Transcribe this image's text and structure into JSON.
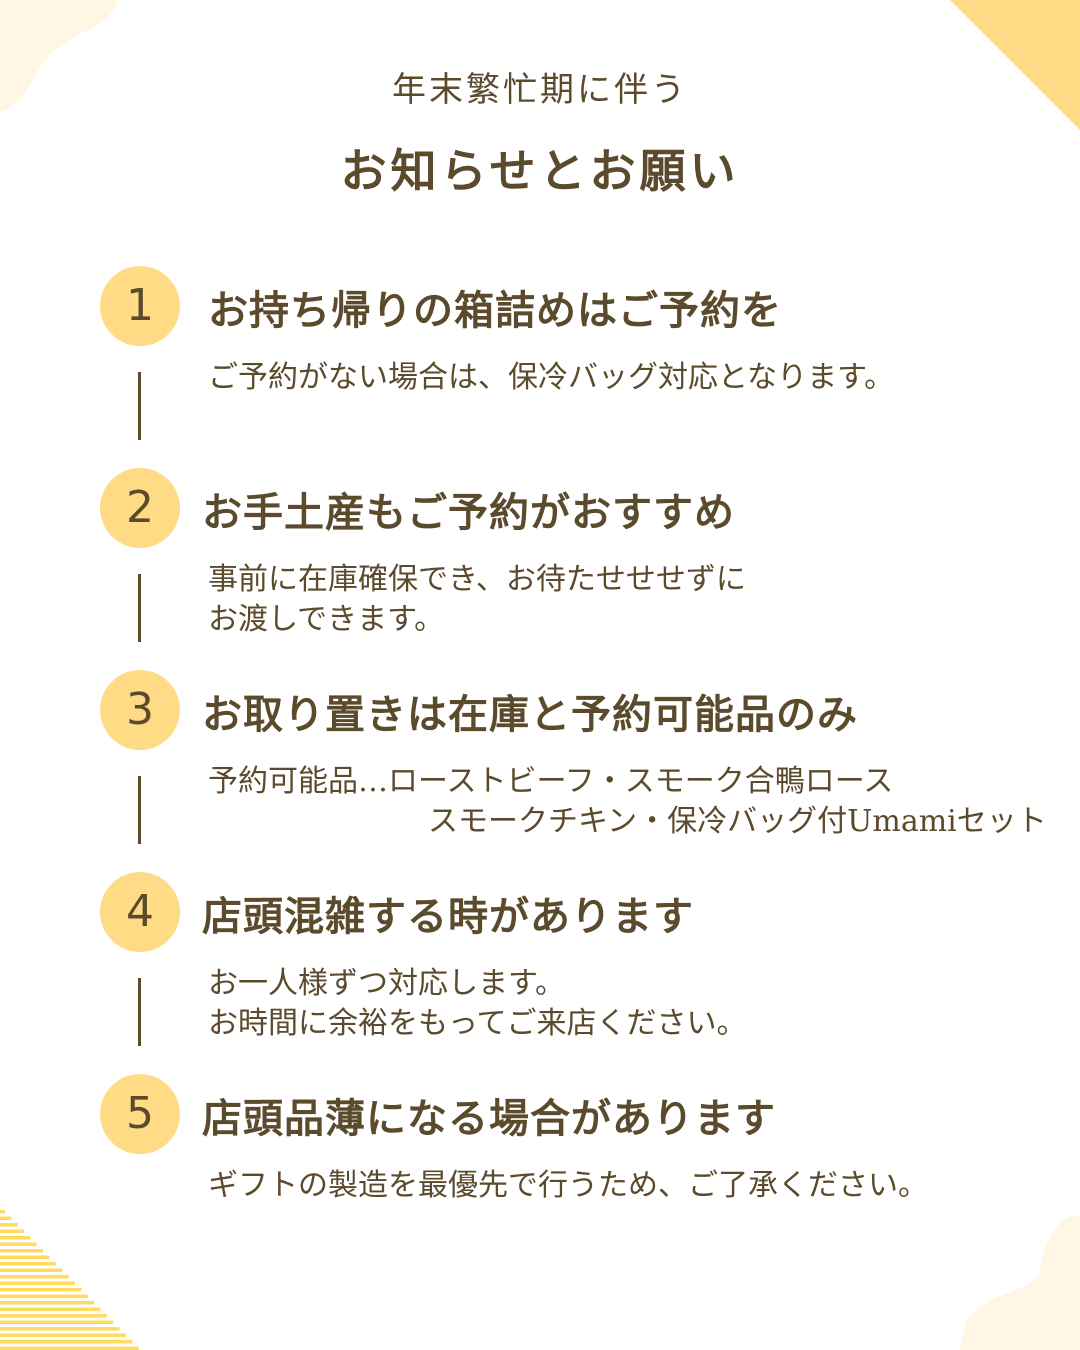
{
  "header": {
    "subtitle": "年末繁忙期に伴う",
    "title": "お知らせとお願い"
  },
  "items": [
    {
      "number": "1",
      "heading": "お持ち帰りの箱詰めはご予約を",
      "lines": [
        "ご予約がない場合は、保冷バッグ対応となります。"
      ]
    },
    {
      "number": "2",
      "heading": "お手土産もご予約がおすすめ",
      "lines": [
        "事前に在庫確保でき、お待たせせせずに",
        "お渡しできます。"
      ]
    },
    {
      "number": "3",
      "heading": "お取り置きは在庫と予約可能品のみ",
      "lines": [
        "予約可能品…ローストビーフ・スモーク合鴨ロース",
        "スモークチキン・保冷バッグ付Umamiセット"
      ]
    },
    {
      "number": "4",
      "heading": "店頭混雑する時があります",
      "lines": [
        "お一人様ずつ対応します。",
        "お時間に余裕をもってご来店ください。"
      ]
    },
    {
      "number": "5",
      "heading": "店頭品薄になる場合があります",
      "lines": [
        "ギフトの製造を最優先で行うため、ご了承ください。"
      ]
    }
  ],
  "colors": {
    "accent": "#ffdb85",
    "text": "#5b4a2c",
    "cream": "#fff6e4"
  }
}
